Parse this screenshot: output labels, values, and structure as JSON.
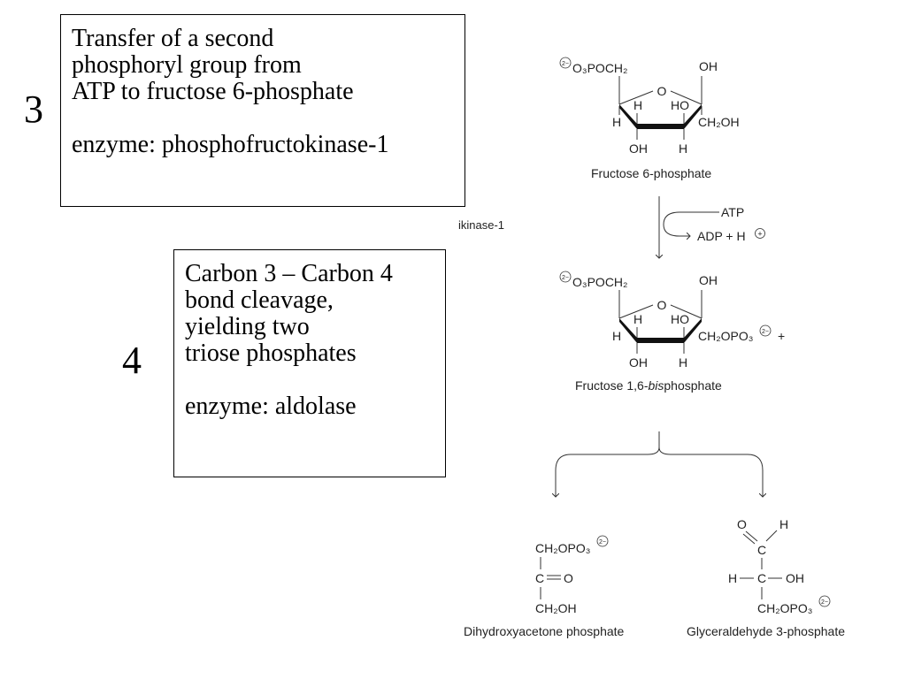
{
  "step3": {
    "number": "3",
    "lines": [
      "Transfer of a second",
      "phosphoryl group from",
      "ATP to fructose 6-phosphate"
    ],
    "enzyme": "enzyme: phosphofructokinase-1"
  },
  "step4": {
    "number": "4",
    "lines": [
      "Carbon 3 – Carbon 4",
      "bond cleavage,",
      "yielding two",
      "triose phosphates"
    ],
    "enzyme": "enzyme: aldolase"
  },
  "diagram": {
    "partial_enzyme_label": "ikinase-1",
    "f6p": {
      "name": "Fructose 6-phosphate",
      "c6_group": "O₃POCH₂",
      "ring_o": "O",
      "oh_top": "OH",
      "h_c4": "H",
      "ho_c3": "HO",
      "h_left": "H",
      "c1_group": "CH₂OH",
      "oh_bottom": "OH",
      "h_bottom": "H",
      "charge": "2−"
    },
    "arrow": {
      "atp": "ATP",
      "products": "ADP + H",
      "plus_charge": "+",
      "atp_color": "#e0218a"
    },
    "f16bp": {
      "name_prefix": "Fructose 1,6-",
      "name_italic": "bis",
      "name_suffix": "phosphate",
      "c6_group": "O₃POCH₂",
      "ring_o": "O",
      "oh_top": "OH",
      "h_c4": "H",
      "ho_c3": "HO",
      "h_left": "H",
      "c1_group": "CH₂OPO₃",
      "plus": "+",
      "oh_bottom": "OH",
      "h_bottom": "H",
      "charge": "2−"
    },
    "dhap": {
      "name": "Dihydroxyacetone phosphate",
      "top": "CH₂OPO₃",
      "middle": "C",
      "double_o": "O",
      "bottom": "CH₂OH",
      "charge": "2−"
    },
    "g3p": {
      "name": "Glyceraldehyde 3-phosphate",
      "o": "O",
      "h_top": "H",
      "c1": "C",
      "h_left": "H",
      "c2": "C",
      "oh": "OH",
      "bottom": "CH₂OPO₃",
      "charge": "2−"
    }
  }
}
